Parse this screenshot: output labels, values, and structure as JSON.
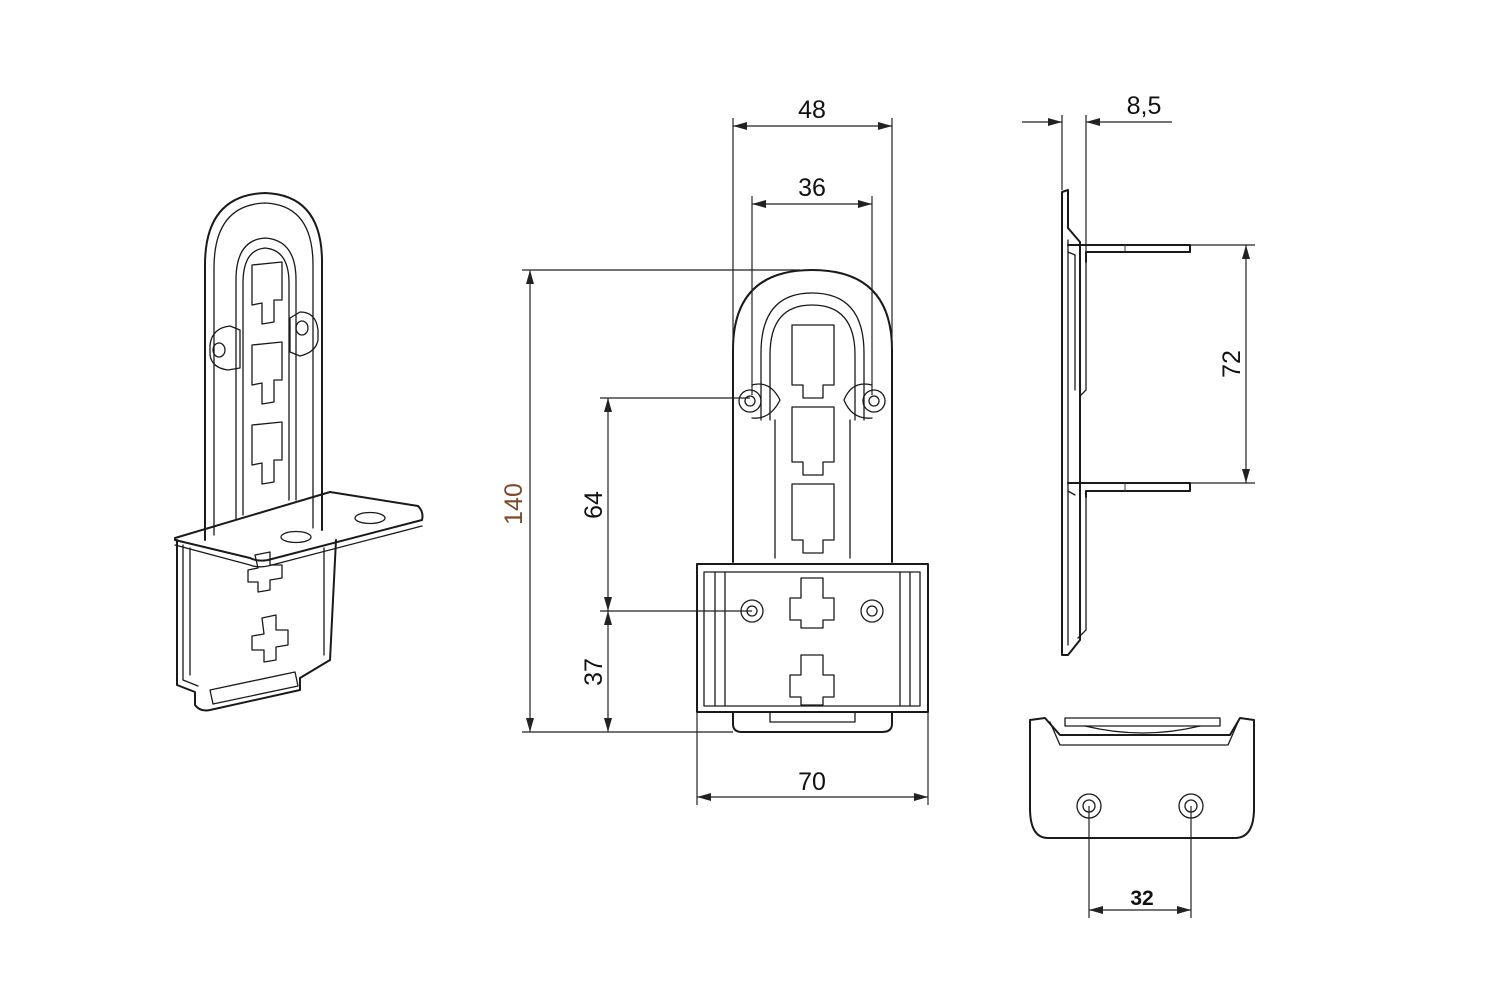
{
  "figure": {
    "views": [
      "isometric-view",
      "front-view",
      "side-view",
      "top-view"
    ]
  },
  "dimensions": {
    "width_outer": "48",
    "width_inner": "36",
    "height_total": "140",
    "hole_spacing_vertical": "64",
    "bottom_to_hole": "37",
    "base_width": "70",
    "thickness": "8,5",
    "rail_spacing": "72",
    "hole_spacing_horizontal": "32"
  },
  "colors": {
    "line": "#1a1a1a",
    "dimension_140": "#7a4a2a"
  }
}
